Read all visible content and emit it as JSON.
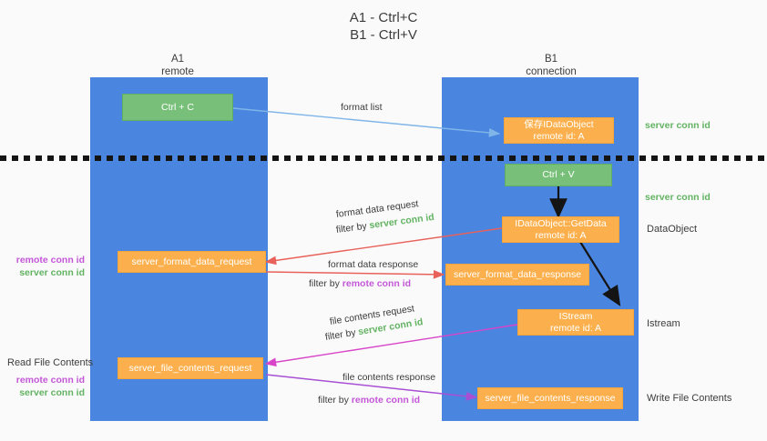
{
  "title": "A1 - Ctrl+C\nB1 - Ctrl+V",
  "columns": {
    "left": {
      "name": "A1",
      "role": "remote",
      "header": "A1\nremote"
    },
    "right": {
      "name": "B1",
      "role": "connection",
      "header": "B1\nconnection"
    }
  },
  "colors": {
    "lane": "#4a86e0",
    "green_box": "#78c07a",
    "orange_box": "#fbb04d",
    "server_conn": "#63b363",
    "remote_conn": "#c457d8",
    "arrow_blue": "#7fb5e8",
    "arrow_red": "#e8615a",
    "arrow_magenta": "#d845c8",
    "arrow_purple": "#a84fd4",
    "arrow_black": "#141414",
    "background": "#fafafa",
    "text": "#3c3c3c"
  },
  "boxes": {
    "ctrl_c": "Ctrl + C",
    "ctrl_v": "Ctrl + V",
    "save_idataobject": "保存IDataObject\nremote id: A",
    "idataobject_getdata": "IDataObject::GetData\nremote id: A",
    "istream": "IStream\nremote id: A",
    "server_format_data_request": "server_format_data_request",
    "server_format_data_response": "server_format_data_response",
    "server_file_contents_request": "server_file_contents_request",
    "server_file_contents_response": "server_file_contents_response"
  },
  "arrow_labels": {
    "format_list": "format list",
    "format_data_request": "format data request",
    "format_data_request_filter_prefix": "filter by ",
    "format_data_request_filter_value": "server conn id",
    "format_data_response": "format data response",
    "format_data_response_filter_prefix": "filter by ",
    "format_data_response_filter_value": "remote conn id",
    "file_contents_request": "file contents request",
    "file_contents_request_filter_prefix": "filter by ",
    "file_contents_request_filter_value": "server conn id",
    "file_contents_response": "file contents response",
    "file_contents_response_filter_prefix": "filter by ",
    "file_contents_response_filter_value": "remote conn id"
  },
  "right_labels": {
    "server_conn_id_top": "server conn id",
    "server_conn_id_mid": "server conn id",
    "dataobject": "DataObject",
    "istream": "Istream",
    "write_file_contents": "Write File Contents"
  },
  "left_labels": {
    "conn_pair_remote_1": "remote conn id",
    "conn_pair_server_1": "server conn id",
    "read_file_contents": "Read File Contents",
    "conn_pair_remote_2": "remote conn id",
    "conn_pair_server_2": "server conn id"
  }
}
